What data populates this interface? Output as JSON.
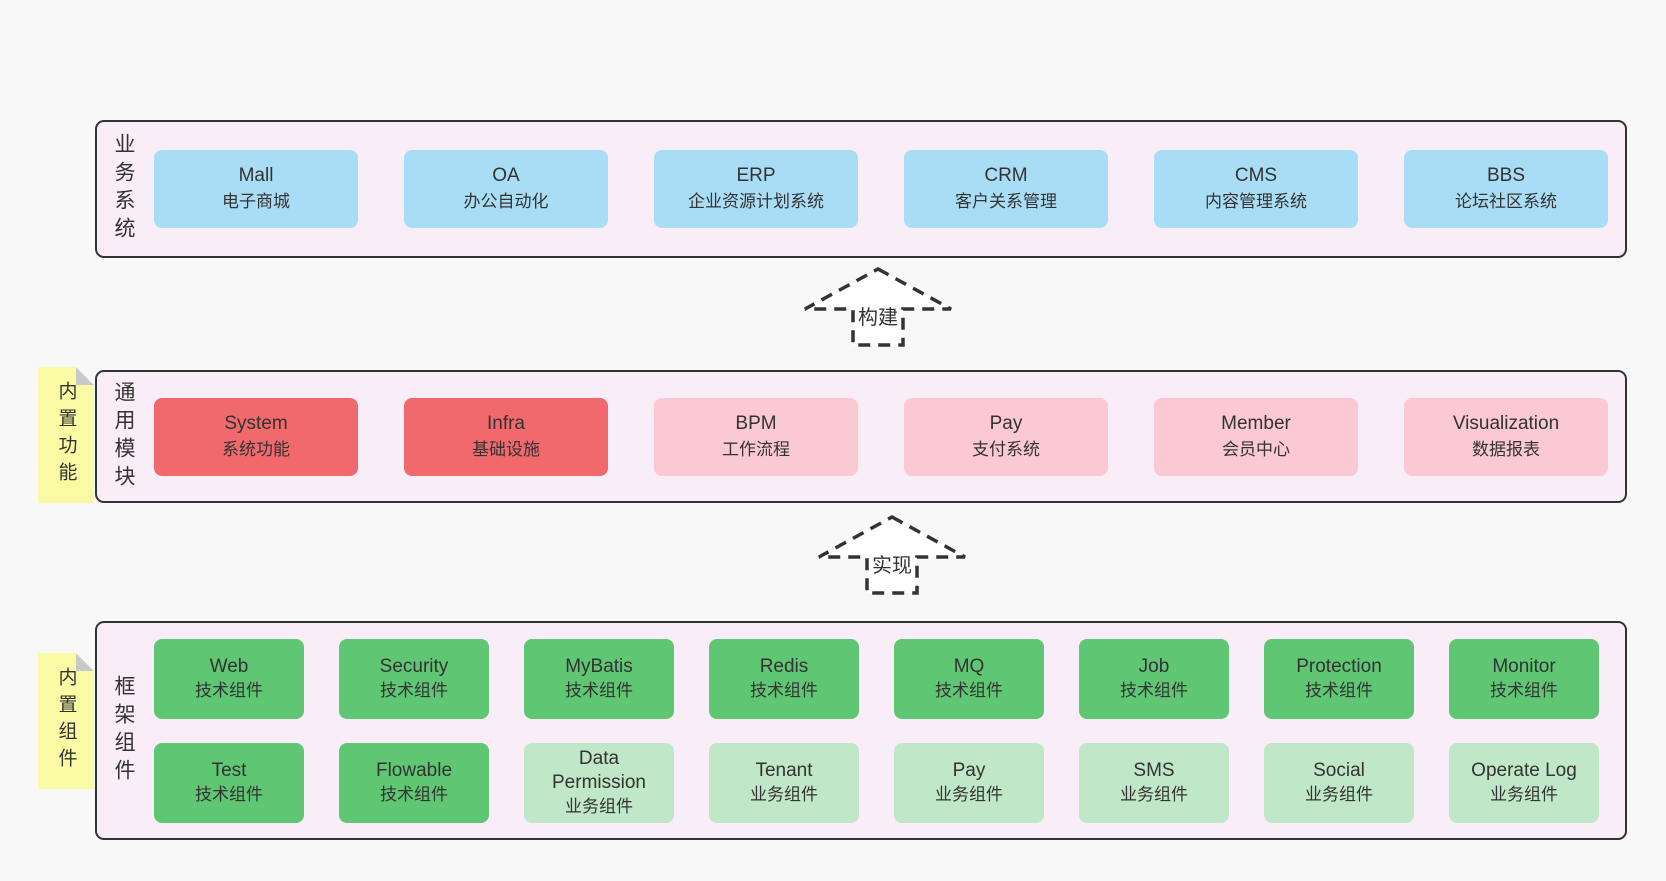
{
  "page": {
    "background": "#f8f8f8"
  },
  "colors": {
    "ink": "#333333",
    "container-bg": "#f9eef7",
    "container-border": "#333333",
    "blue": "#a9dcf5",
    "red": "#f1696d",
    "pink": "#fbc9d3",
    "green": "#5fc673",
    "lightgreen": "#c0e7c7",
    "yellow": "#fafaa4",
    "fold": "#c9c9c9",
    "arrow-fill": "#ffffff"
  },
  "arrows": [
    {
      "label": "构建"
    },
    {
      "label": "实现"
    }
  ],
  "layers": [
    {
      "label": "业务系统",
      "boxes": [
        {
          "name": "Mall",
          "desc": "电子商城",
          "variant": "blue"
        },
        {
          "name": "OA",
          "desc": "办公自动化",
          "variant": "blue"
        },
        {
          "name": "ERP",
          "desc": "企业资源计划系统",
          "variant": "blue"
        },
        {
          "name": "CRM",
          "desc": "客户关系管理",
          "variant": "blue"
        },
        {
          "name": "CMS",
          "desc": "内容管理系统",
          "variant": "blue"
        },
        {
          "name": "BBS",
          "desc": "论坛社区系统",
          "variant": "blue"
        }
      ]
    },
    {
      "label": "通用模块",
      "note": "内置功能",
      "boxes": [
        {
          "name": "System",
          "desc": "系统功能",
          "variant": "red"
        },
        {
          "name": "Infra",
          "desc": "基础设施",
          "variant": "red"
        },
        {
          "name": "BPM",
          "desc": "工作流程",
          "variant": "pink"
        },
        {
          "name": "Pay",
          "desc": "支付系统",
          "variant": "pink"
        },
        {
          "name": "Member",
          "desc": "会员中心",
          "variant": "pink"
        },
        {
          "name": "Visualization",
          "desc": "数据报表",
          "variant": "pink"
        }
      ]
    },
    {
      "label": "框架组件",
      "note": "内置组件",
      "rows": [
        [
          {
            "name": "Web",
            "desc": "技术组件",
            "variant": "green"
          },
          {
            "name": "Security",
            "desc": "技术组件",
            "variant": "green"
          },
          {
            "name": "MyBatis",
            "desc": "技术组件",
            "variant": "green"
          },
          {
            "name": "Redis",
            "desc": "技术组件",
            "variant": "green"
          },
          {
            "name": "MQ",
            "desc": "技术组件",
            "variant": "green"
          },
          {
            "name": "Job",
            "desc": "技术组件",
            "variant": "green"
          },
          {
            "name": "Protection",
            "desc": "技术组件",
            "variant": "green"
          },
          {
            "name": "Monitor",
            "desc": "技术组件",
            "variant": "green"
          }
        ],
        [
          {
            "name": "Test",
            "desc": "技术组件",
            "variant": "green"
          },
          {
            "name": "Flowable",
            "desc": "技术组件",
            "variant": "green"
          },
          {
            "name": "Data Permission",
            "desc": "业务组件",
            "variant": "lightgreen"
          },
          {
            "name": "Tenant",
            "desc": "业务组件",
            "variant": "lightgreen"
          },
          {
            "name": "Pay",
            "desc": "业务组件",
            "variant": "lightgreen"
          },
          {
            "name": "SMS",
            "desc": "业务组件",
            "variant": "lightgreen"
          },
          {
            "name": "Social",
            "desc": "业务组件",
            "variant": "lightgreen"
          },
          {
            "name": "Operate Log",
            "desc": "业务组件",
            "variant": "lightgreen"
          }
        ]
      ]
    }
  ]
}
